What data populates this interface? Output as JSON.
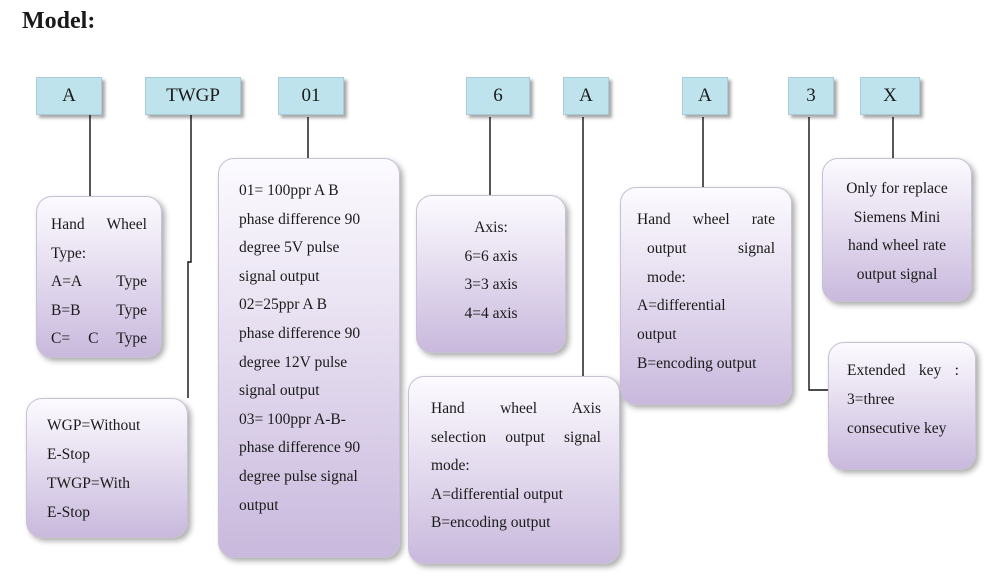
{
  "title": "Model:",
  "codes": [
    "A",
    "TWGP",
    "01",
    "6",
    "A",
    "A",
    "3",
    "X"
  ],
  "boxes": {
    "hand_wheel_type": [
      "Hand Wheel",
      "Type:",
      "A=A Type",
      "B=B Type",
      "C= C Type"
    ],
    "estop": [
      "WGP=Without",
      "E-Stop",
      "TWGP=With",
      "E-Stop"
    ],
    "pulse": [
      "01= 100ppr A B",
      "phase difference 90",
      "degree 5V pulse",
      "signal output",
      "02=25ppr A B",
      "phase difference 90",
      "degree 12V pulse",
      "signal output",
      "03= 100ppr A-B-",
      "phase difference 90",
      "degree pulse signal",
      "output"
    ],
    "axis": [
      "Axis:",
      "6=6 axis",
      "3=3 axis",
      "4=4 axis"
    ],
    "axis_mode": [
      "Hand wheel Axis",
      "selection output signal",
      "mode:",
      "A=differential output",
      "B=encoding output"
    ],
    "rate_mode": [
      "Hand wheel rate",
      "output signal",
      "mode:",
      "A=differential",
      "output",
      "B=encoding output"
    ],
    "siemens": [
      "Only for replace",
      "Siemens Mini",
      "hand wheel rate",
      "output signal"
    ],
    "extended": [
      "Extended key :",
      "3=three",
      "consecutive key"
    ]
  }
}
